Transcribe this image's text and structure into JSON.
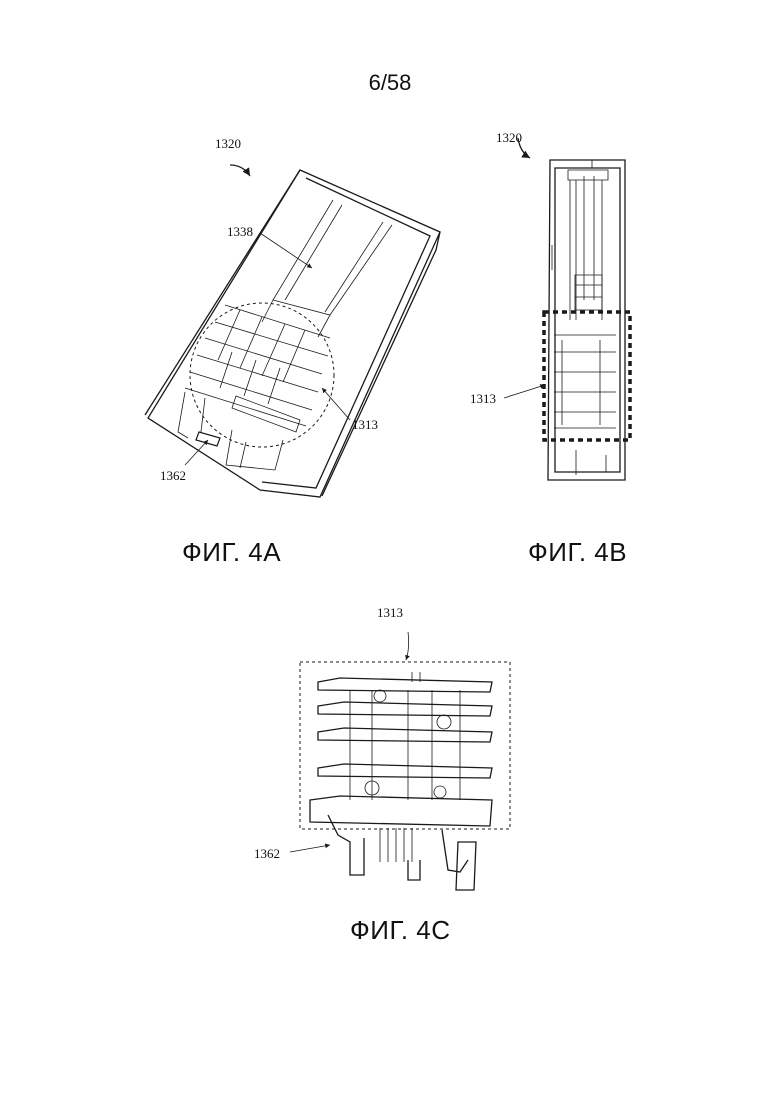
{
  "page_number": "6/58",
  "figures": {
    "fig_4a": {
      "caption": "ФИГ. 4А",
      "refs": {
        "device": "1320",
        "channel": "1338",
        "detail": "1313",
        "part": "1362"
      }
    },
    "fig_4b": {
      "caption": "ФИГ. 4В",
      "refs": {
        "device": "1320",
        "detail": "1313"
      }
    },
    "fig_4c": {
      "caption": "ФИГ. 4С",
      "refs": {
        "detail": "1313",
        "part": "1362"
      }
    }
  }
}
